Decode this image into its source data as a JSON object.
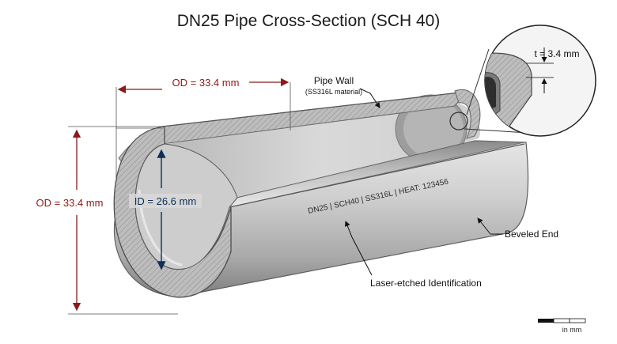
{
  "title": "DN25 Pipe Cross-Section (SCH 40)",
  "dimensions": {
    "od_top": "OD = 33.4 mm",
    "od_left": "OD = 33.4 mm",
    "id": "ID = 26.6 mm",
    "thickness": "t = 3.4 mm"
  },
  "callouts": {
    "pipe_wall": "Pipe Wall",
    "pipe_wall_material": "(SS316L material)",
    "beveled_end": "Beveled End",
    "laser_id": "Laser-etched Identification"
  },
  "etched_text": "DN25 | SCH40 | SS316L | HEAT: 123456",
  "scale_bar": {
    "label": "in mm"
  },
  "colors": {
    "dimension_red": "#8b1a1a",
    "dimension_blue": "#0f2f55",
    "pipe_metal": "#b9b9b9"
  }
}
